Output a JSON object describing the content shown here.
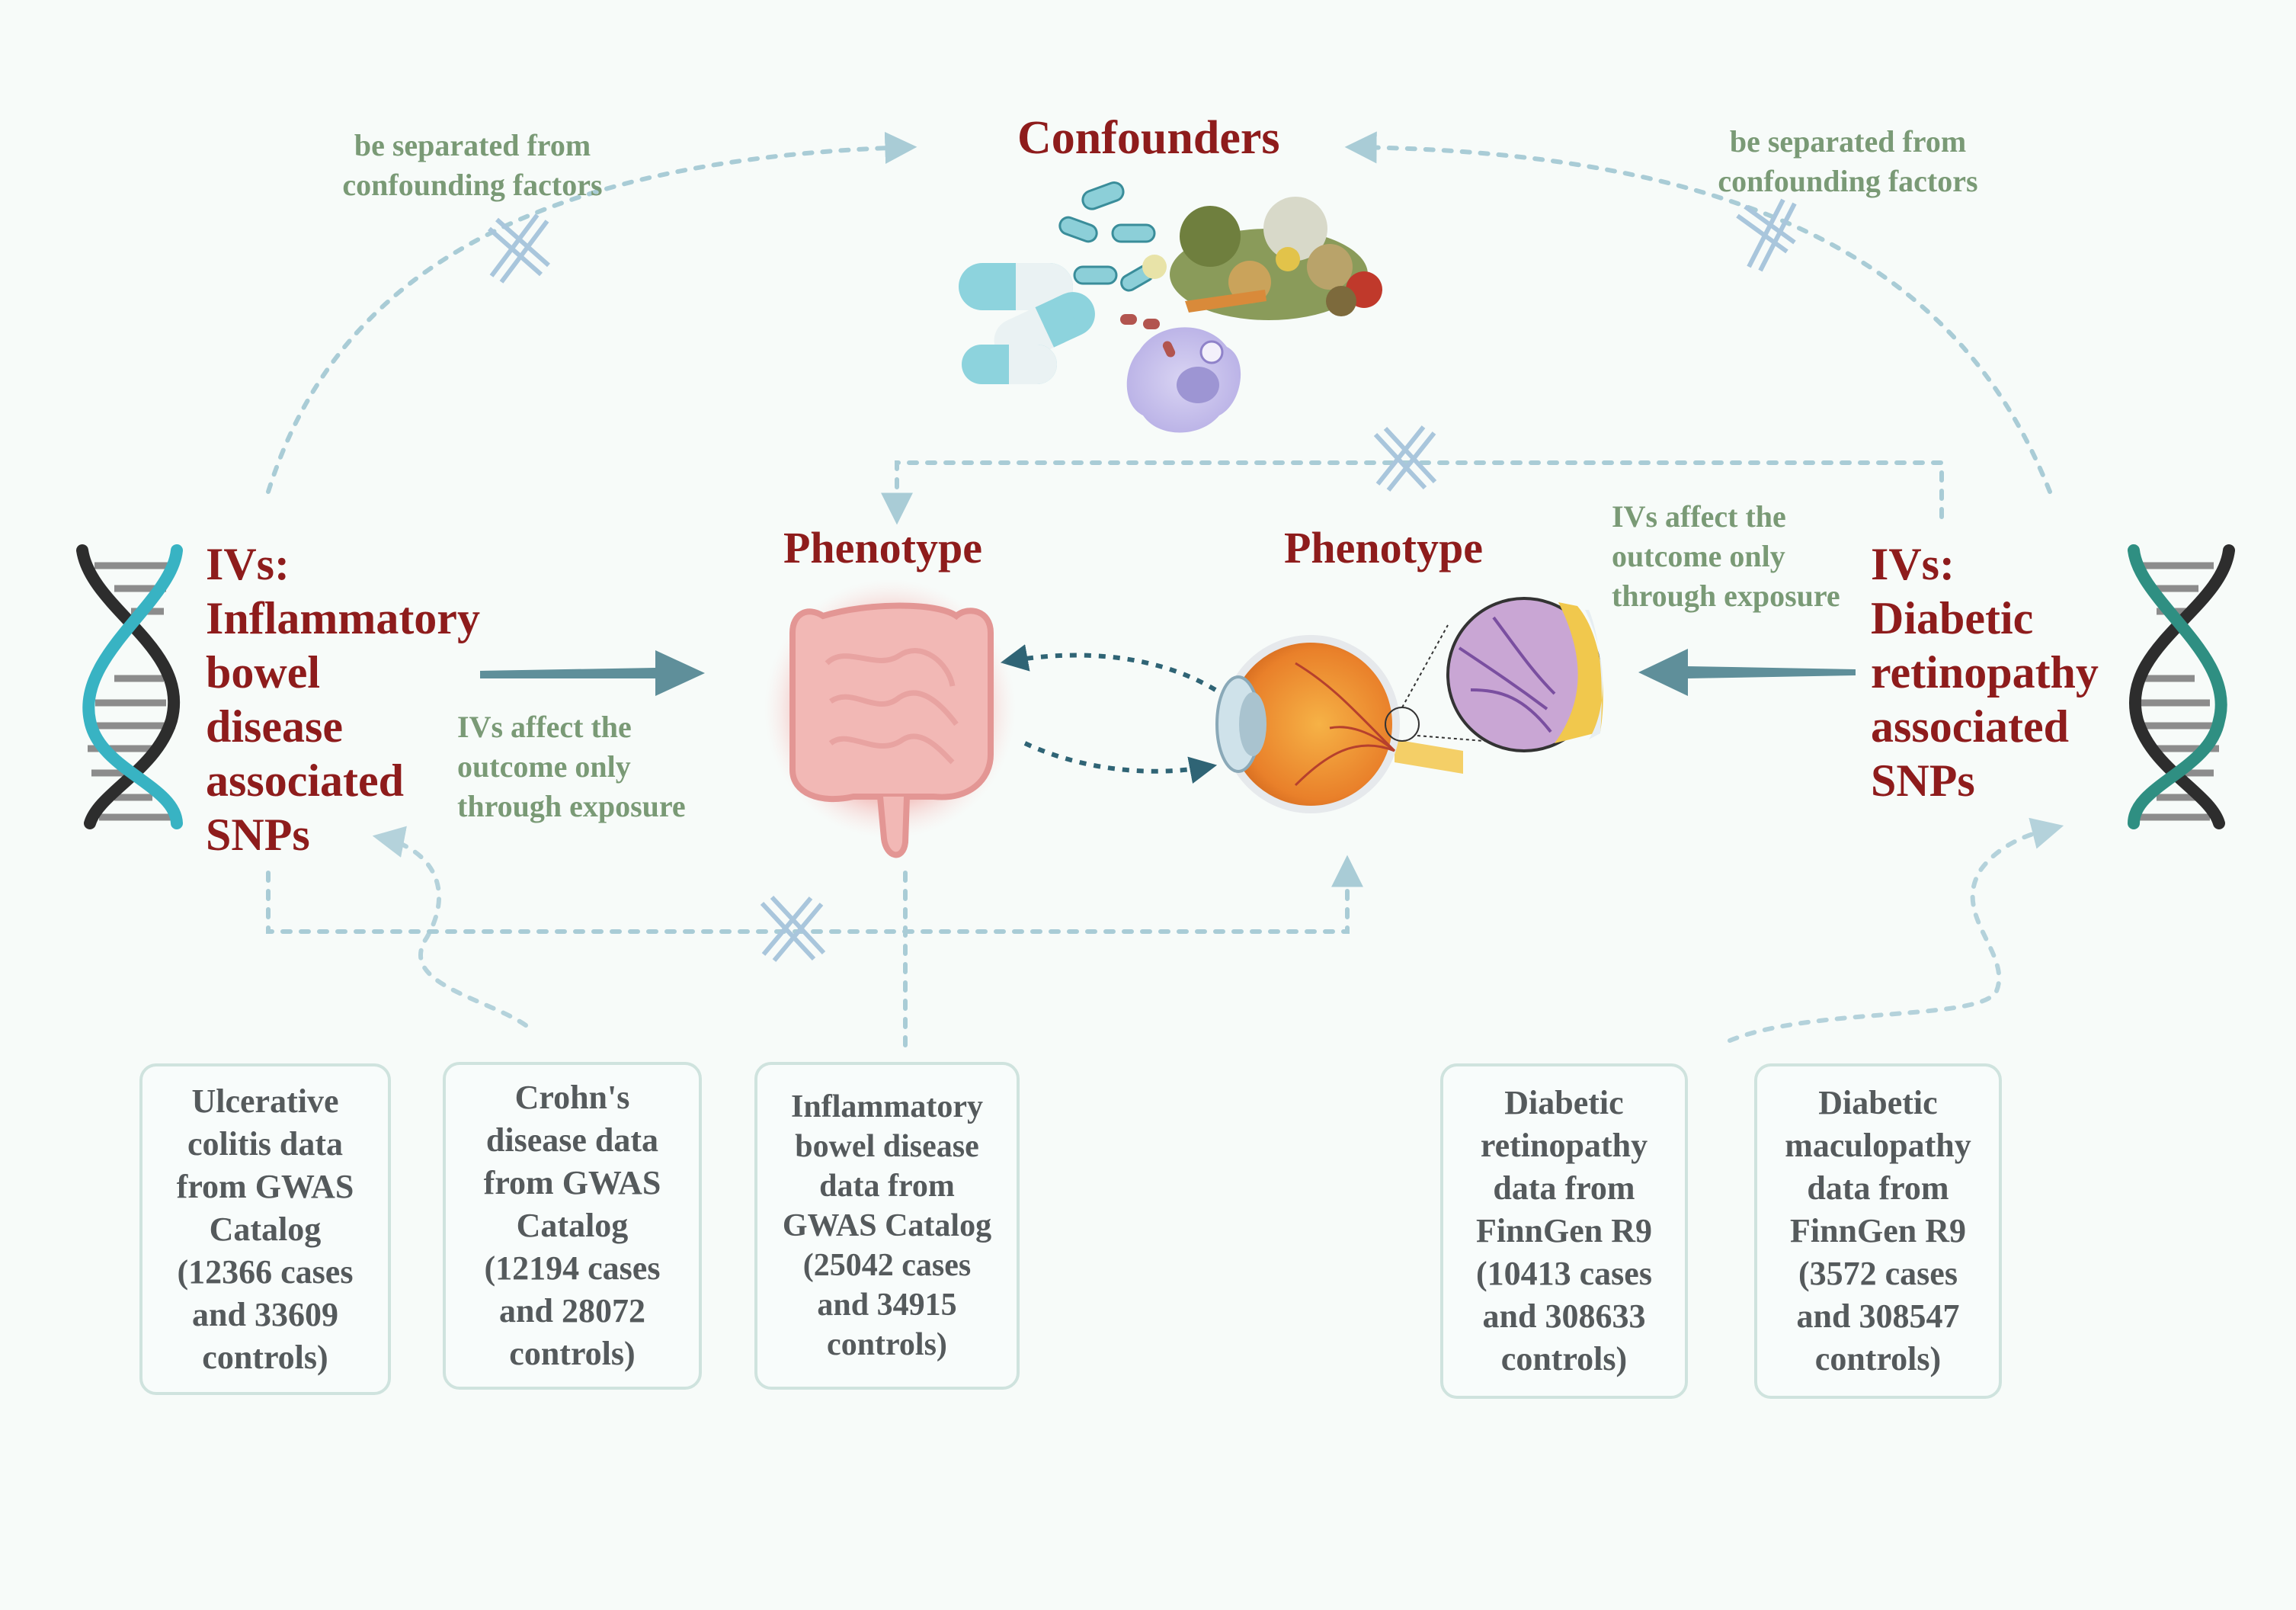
{
  "confounders": {
    "title": "Confounders"
  },
  "separation_left": {
    "text": "be separated from\nconfounding factors"
  },
  "separation_right": {
    "text": "be separated from\nconfounding factors"
  },
  "phenotype_left": {
    "label": "Phenotype"
  },
  "phenotype_right": {
    "label": "Phenotype"
  },
  "ivs_ibd": {
    "text": "IVs:\nInflammatory\nbowel\ndisease\nassociated\nSNPs"
  },
  "ivs_dr": {
    "text": "IVs:\nDiabetic\nretinopathy\nassociated\nSNPs"
  },
  "exclusion_note_left": {
    "text": "IVs affect the\noutcome only\nthrough exposure"
  },
  "exclusion_note_right": {
    "text": "IVs affect the\noutcome only\nthrough exposure"
  },
  "data_sources": [
    {
      "text": "Ulcerative\ncolitis data\nfrom GWAS\nCatalog\n(12366 cases\nand 33609\ncontrols)"
    },
    {
      "text": "Crohn's\ndisease data\nfrom GWAS\nCatalog\n(12194 cases\nand 28072\ncontrols)"
    },
    {
      "text": "Inflammatory\nbowel disease\ndata from\nGWAS Catalog\n(25042 cases\nand 34915\ncontrols)"
    },
    {
      "text": "Diabetic\nretinopathy\ndata from\nFinnGen R9\n(10413 cases\nand 308633\ncontrols)"
    },
    {
      "text": "Diabetic\nmaculopathy\ndata from\nFinnGen R9\n(3572 cases\nand 308547\ncontrols)"
    }
  ],
  "colors": {
    "title_red": "#8e1c1c",
    "note_green": "#7a9a76",
    "dashed_line": "#a9ccd6",
    "solid_arrow": "#5f8f9a",
    "box_border": "#cfe3de"
  }
}
